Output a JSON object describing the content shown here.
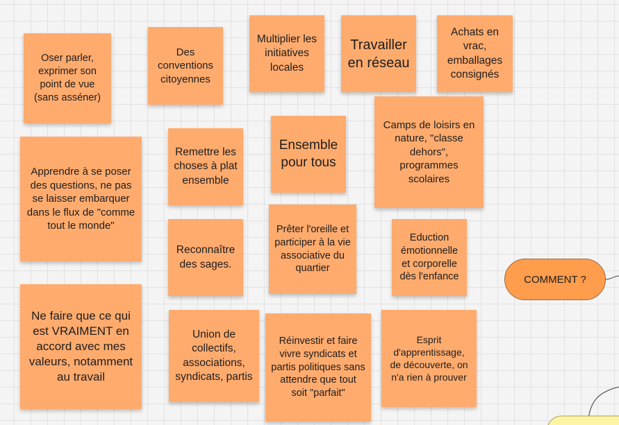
{
  "board": {
    "notes": [
      {
        "id": "oser-parler",
        "text": "Oser parler, exprimer son point de vue (sans asséner)"
      },
      {
        "id": "conventions",
        "text": "Des conventions citoyennes"
      },
      {
        "id": "multiplier",
        "text": "Multiplier les initiatives locales"
      },
      {
        "id": "travailler",
        "text": "Travailler en réseau"
      },
      {
        "id": "achats",
        "text": "Achats en vrac, emballages consignés"
      },
      {
        "id": "apprendre",
        "text": "Apprendre à se poser des questions, ne pas se laisser embarquer dans le flux de \"comme tout le monde\""
      },
      {
        "id": "remettre",
        "text": "Remettre les choses à plat ensemble"
      },
      {
        "id": "ensemble",
        "text": "Ensemble pour tous"
      },
      {
        "id": "camps",
        "text": "Camps de loisirs en nature, \"classe dehors\", programmes scolaires"
      },
      {
        "id": "reconnaitre",
        "text": "Reconnaître des sages."
      },
      {
        "id": "preter",
        "text": "Prêter l'oreille et participer à la vie associative du quartier"
      },
      {
        "id": "eduction",
        "text": "Eduction émotionnelle et corporelle dès l'enfance"
      },
      {
        "id": "ne-faire",
        "text": "Ne faire que ce qui est VRAIMENT en accord avec mes valeurs, notamment au travail"
      },
      {
        "id": "union",
        "text": "Union de collectifs, associations, syndicats, partis"
      },
      {
        "id": "reinvestir",
        "text": "Réinvestir et faire vivre syndicats et partis politiques sans attendre que tout soit \"parfait\""
      },
      {
        "id": "esprit",
        "text": "Esprit d'apprentissage, de découverte, on n'a rien à prouver"
      }
    ],
    "node": {
      "label": "COMMENT ?"
    },
    "colors": {
      "sticky": "#ffab6e",
      "node": "#ff9d4d",
      "node_border": "#a16a40",
      "partial_node": "#fff3a6"
    }
  }
}
